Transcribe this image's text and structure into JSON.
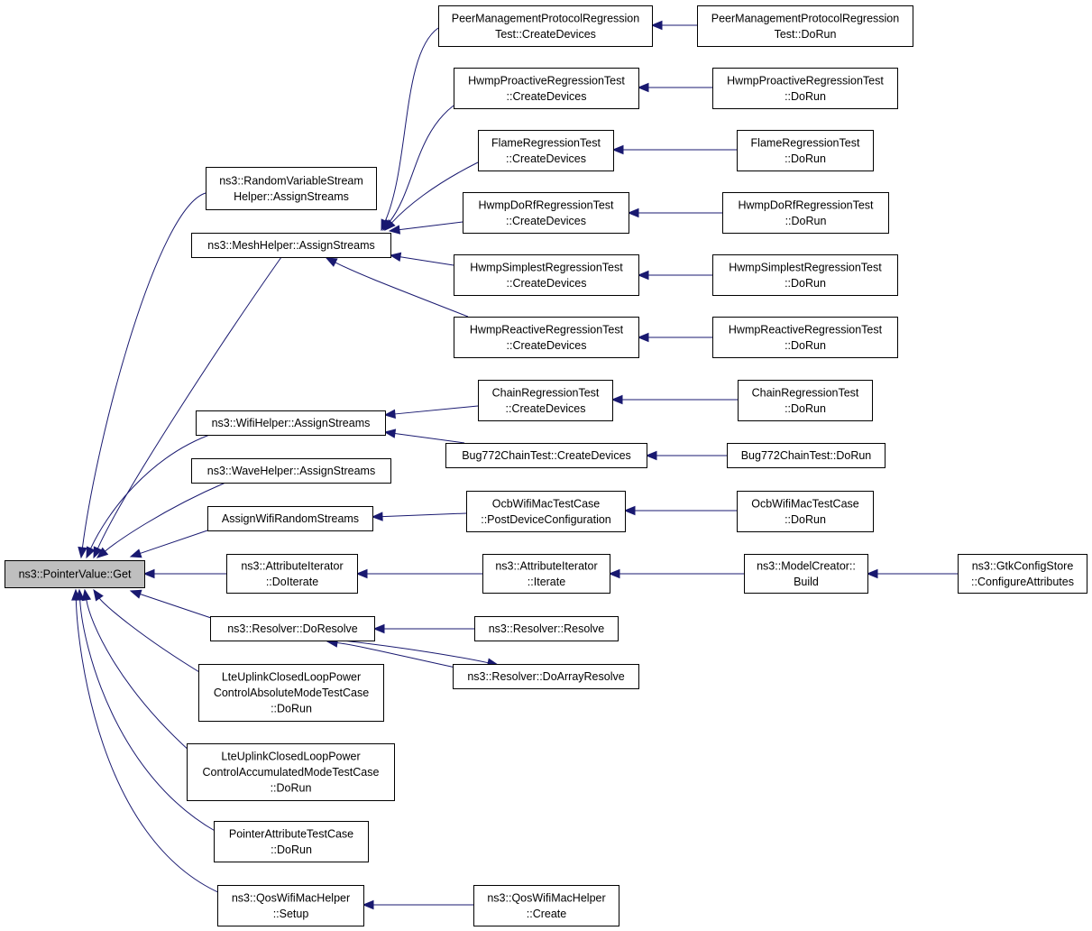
{
  "graph": {
    "nodes": [
      {
        "id": "get",
        "lines": [
          "ns3::PointerValue::Get"
        ],
        "root": true
      },
      {
        "id": "rvs",
        "lines": [
          "ns3::RandomVariableStream",
          "Helper::AssignStreams"
        ]
      },
      {
        "id": "mesh",
        "lines": [
          "ns3::MeshHelper::AssignStreams"
        ]
      },
      {
        "id": "wifi",
        "lines": [
          "ns3::WifiHelper::AssignStreams"
        ]
      },
      {
        "id": "wave",
        "lines": [
          "ns3::WaveHelper::AssignStreams"
        ]
      },
      {
        "id": "awrs",
        "lines": [
          "AssignWifiRandomStreams"
        ]
      },
      {
        "id": "doiter",
        "lines": [
          "ns3::AttributeIterator",
          "::DoIterate"
        ]
      },
      {
        "id": "doresolve",
        "lines": [
          "ns3::Resolver::DoResolve"
        ]
      },
      {
        "id": "lteabs",
        "lines": [
          "LteUplinkClosedLoopPower",
          "ControlAbsoluteModeTestCase",
          "::DoRun"
        ]
      },
      {
        "id": "lteacc",
        "lines": [
          "LteUplinkClosedLoopPower",
          "ControlAccumulatedModeTestCase",
          "::DoRun"
        ]
      },
      {
        "id": "patc",
        "lines": [
          "PointerAttributeTestCase",
          "::DoRun"
        ]
      },
      {
        "id": "qossetup",
        "lines": [
          "ns3::QosWifiMacHelper",
          "::Setup"
        ]
      },
      {
        "id": "pmp_cd",
        "lines": [
          "PeerManagementProtocolRegression",
          "Test::CreateDevices"
        ]
      },
      {
        "id": "pmp_run",
        "lines": [
          "PeerManagementProtocolRegression",
          "Test::DoRun"
        ]
      },
      {
        "id": "hpro_cd",
        "lines": [
          "HwmpProactiveRegressionTest",
          "::CreateDevices"
        ]
      },
      {
        "id": "hpro_run",
        "lines": [
          "HwmpProactiveRegressionTest",
          "::DoRun"
        ]
      },
      {
        "id": "flame_cd",
        "lines": [
          "FlameRegressionTest",
          "::CreateDevices"
        ]
      },
      {
        "id": "flame_run",
        "lines": [
          "FlameRegressionTest",
          "::DoRun"
        ]
      },
      {
        "id": "hdorf_cd",
        "lines": [
          "HwmpDoRfRegressionTest",
          "::CreateDevices"
        ]
      },
      {
        "id": "hdorf_run",
        "lines": [
          "HwmpDoRfRegressionTest",
          "::DoRun"
        ]
      },
      {
        "id": "hsimp_cd",
        "lines": [
          "HwmpSimplestRegressionTest",
          "::CreateDevices"
        ]
      },
      {
        "id": "hsimp_run",
        "lines": [
          "HwmpSimplestRegressionTest",
          "::DoRun"
        ]
      },
      {
        "id": "hreac_cd",
        "lines": [
          "HwmpReactiveRegressionTest",
          "::CreateDevices"
        ]
      },
      {
        "id": "hreac_run",
        "lines": [
          "HwmpReactiveRegressionTest",
          "::DoRun"
        ]
      },
      {
        "id": "chain_cd",
        "lines": [
          "ChainRegressionTest",
          "::CreateDevices"
        ]
      },
      {
        "id": "chain_run",
        "lines": [
          "ChainRegressionTest",
          "::DoRun"
        ]
      },
      {
        "id": "bug_cd",
        "lines": [
          "Bug772ChainTest::CreateDevices"
        ]
      },
      {
        "id": "bug_run",
        "lines": [
          "Bug772ChainTest::DoRun"
        ]
      },
      {
        "id": "ocb_pdc",
        "lines": [
          "OcbWifiMacTestCase",
          "::PostDeviceConfiguration"
        ]
      },
      {
        "id": "ocb_run",
        "lines": [
          "OcbWifiMacTestCase",
          "::DoRun"
        ]
      },
      {
        "id": "iter",
        "lines": [
          "ns3::AttributeIterator",
          "::Iterate"
        ]
      },
      {
        "id": "mcbuild",
        "lines": [
          "ns3::ModelCreator::",
          "Build"
        ]
      },
      {
        "id": "gtk",
        "lines": [
          "ns3::GtkConfigStore",
          "::ConfigureAttributes"
        ]
      },
      {
        "id": "resolve",
        "lines": [
          "ns3::Resolver::Resolve"
        ]
      },
      {
        "id": "doarr",
        "lines": [
          "ns3::Resolver::DoArrayResolve"
        ]
      },
      {
        "id": "qoscreate",
        "lines": [
          "ns3::QosWifiMacHelper",
          "::Create"
        ]
      }
    ],
    "edges": [
      {
        "from": "rvs",
        "to": "get"
      },
      {
        "from": "mesh",
        "to": "get"
      },
      {
        "from": "wifi",
        "to": "get"
      },
      {
        "from": "wave",
        "to": "get"
      },
      {
        "from": "awrs",
        "to": "get"
      },
      {
        "from": "doiter",
        "to": "get"
      },
      {
        "from": "doresolve",
        "to": "get"
      },
      {
        "from": "lteabs",
        "to": "get"
      },
      {
        "from": "lteacc",
        "to": "get"
      },
      {
        "from": "patc",
        "to": "get"
      },
      {
        "from": "qossetup",
        "to": "get"
      },
      {
        "from": "pmp_cd",
        "to": "mesh"
      },
      {
        "from": "hpro_cd",
        "to": "mesh"
      },
      {
        "from": "flame_cd",
        "to": "mesh"
      },
      {
        "from": "hdorf_cd",
        "to": "mesh"
      },
      {
        "from": "hsimp_cd",
        "to": "mesh"
      },
      {
        "from": "hreac_cd",
        "to": "mesh"
      },
      {
        "from": "pmp_run",
        "to": "pmp_cd"
      },
      {
        "from": "hpro_run",
        "to": "hpro_cd"
      },
      {
        "from": "flame_run",
        "to": "flame_cd"
      },
      {
        "from": "hdorf_run",
        "to": "hdorf_cd"
      },
      {
        "from": "hsimp_run",
        "to": "hsimp_cd"
      },
      {
        "from": "hreac_run",
        "to": "hreac_cd"
      },
      {
        "from": "chain_cd",
        "to": "wifi"
      },
      {
        "from": "bug_cd",
        "to": "wifi"
      },
      {
        "from": "chain_run",
        "to": "chain_cd"
      },
      {
        "from": "bug_run",
        "to": "bug_cd"
      },
      {
        "from": "ocb_pdc",
        "to": "awrs"
      },
      {
        "from": "ocb_run",
        "to": "ocb_pdc"
      },
      {
        "from": "iter",
        "to": "doiter"
      },
      {
        "from": "mcbuild",
        "to": "iter"
      },
      {
        "from": "gtk",
        "to": "mcbuild"
      },
      {
        "from": "resolve",
        "to": "doresolve"
      },
      {
        "from": "doarr",
        "to": "doresolve"
      },
      {
        "from": "doresolve",
        "to": "doarr"
      },
      {
        "from": "qoscreate",
        "to": "qossetup"
      }
    ]
  }
}
